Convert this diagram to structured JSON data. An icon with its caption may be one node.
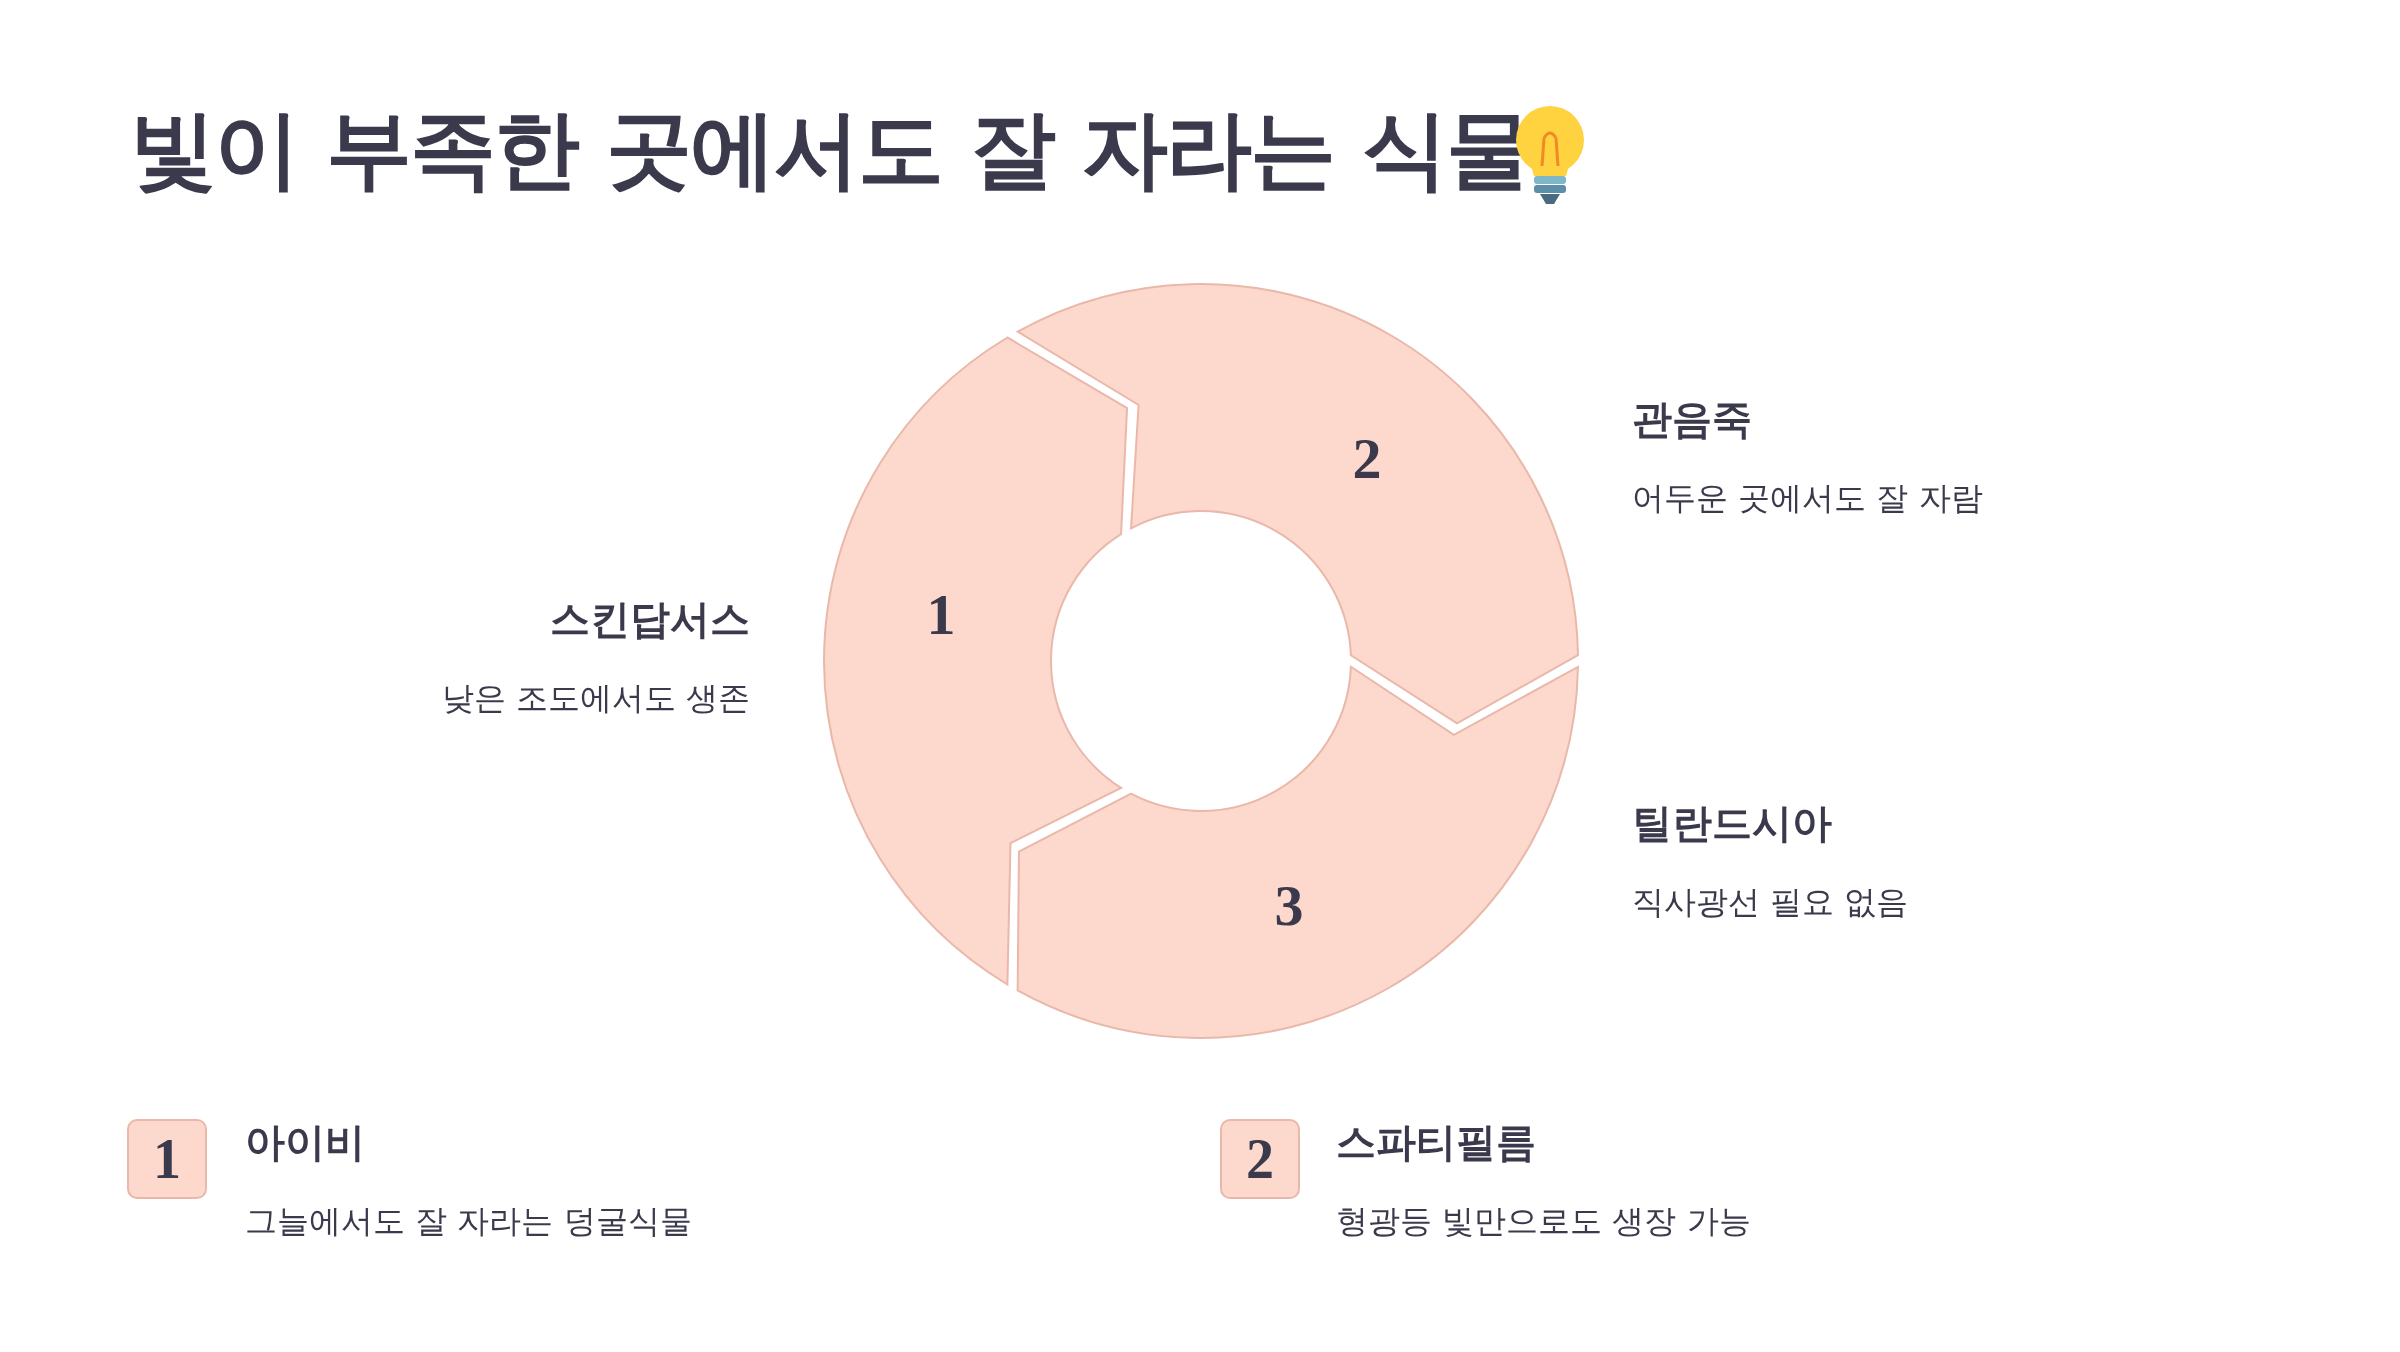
{
  "diagram": {
    "title": "빛이 부족한 곳에서도 잘 자라는 식물",
    "nodes": [
      {
        "text": [
          "1"
        ],
        "beside": [
          "스킨답서스",
          "낮은 조도에서도 생존"
        ]
      },
      {
        "text": [
          "2"
        ],
        "beside": [
          "관음죽",
          "어두운 곳에서도 잘 자람"
        ]
      },
      {
        "text": [
          "3"
        ],
        "beside": [
          "틸란드시아",
          "직사광선 필요 없음"
        ]
      },
      {
        "text": [
          "1"
        ],
        "beside": [
          "아이비",
          "그늘에서도 잘 자라는 덩굴식물"
        ]
      },
      {
        "text": [
          "2"
        ],
        "beside": [
          "스파티필름",
          "형광등 빛만으로도 생장 가능"
        ]
      }
    ]
  }
}
